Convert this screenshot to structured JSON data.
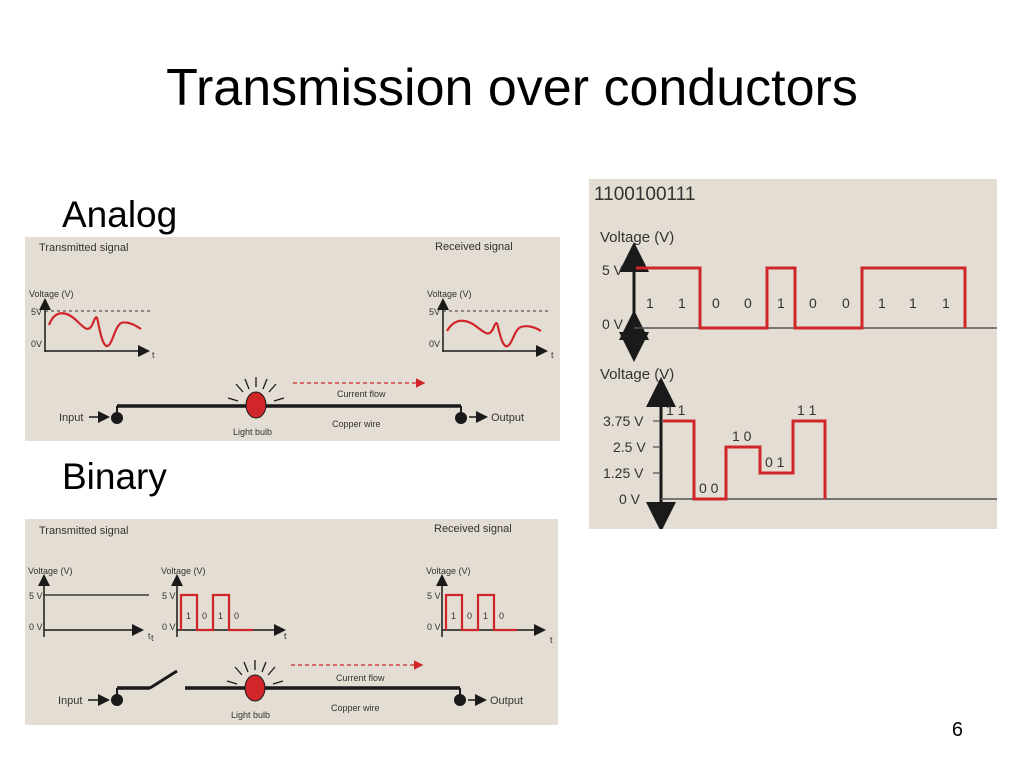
{
  "slide": {
    "title": "Transmission over conductors",
    "heading_analog": "Analog",
    "heading_binary": "Binary",
    "page_number": "6"
  },
  "colors": {
    "panel": "#e3ddd3",
    "signal": "#d0262a",
    "line": "#1a1a1a"
  },
  "analog": {
    "transmitted_label": "Transmitted signal",
    "received_label": "Received signal",
    "voltage_label": "Voltage (V)",
    "y_top": "5V",
    "y_zero": "0V",
    "x_axis": "t",
    "current_flow": "Current flow",
    "copper_wire": "Copper wire",
    "light_bulb": "Light bulb",
    "input": "Input",
    "output": "Output"
  },
  "binary": {
    "transmitted_label": "Transmitted signal",
    "received_label": "Received signal",
    "voltage_label": "Voltage (V)",
    "y_top": "5 V",
    "y_zero": "0 V",
    "x_axis": "t",
    "bits": [
      "1",
      "0",
      "1",
      "0"
    ],
    "current_flow": "Current flow",
    "copper_wire": "Copper wire",
    "light_bulb": "Light bulb",
    "input": "Input",
    "output": "Output"
  },
  "right_panel": {
    "bitstring": "1100100111",
    "top_chart": {
      "voltage_label": "Voltage (V)",
      "y_ticks": [
        "5 V",
        "0 V"
      ],
      "bits": [
        "1",
        "1",
        "0",
        "0",
        "1",
        "0",
        "0",
        "1",
        "1",
        "1"
      ]
    },
    "bottom_chart": {
      "voltage_label": "Voltage (V)",
      "y_ticks": [
        "3.75 V",
        "2.5 V",
        "1.25 V",
        "0 V"
      ],
      "symbols": [
        "1 1",
        "0 0",
        "1 0",
        "0 1",
        "1 1"
      ]
    }
  }
}
